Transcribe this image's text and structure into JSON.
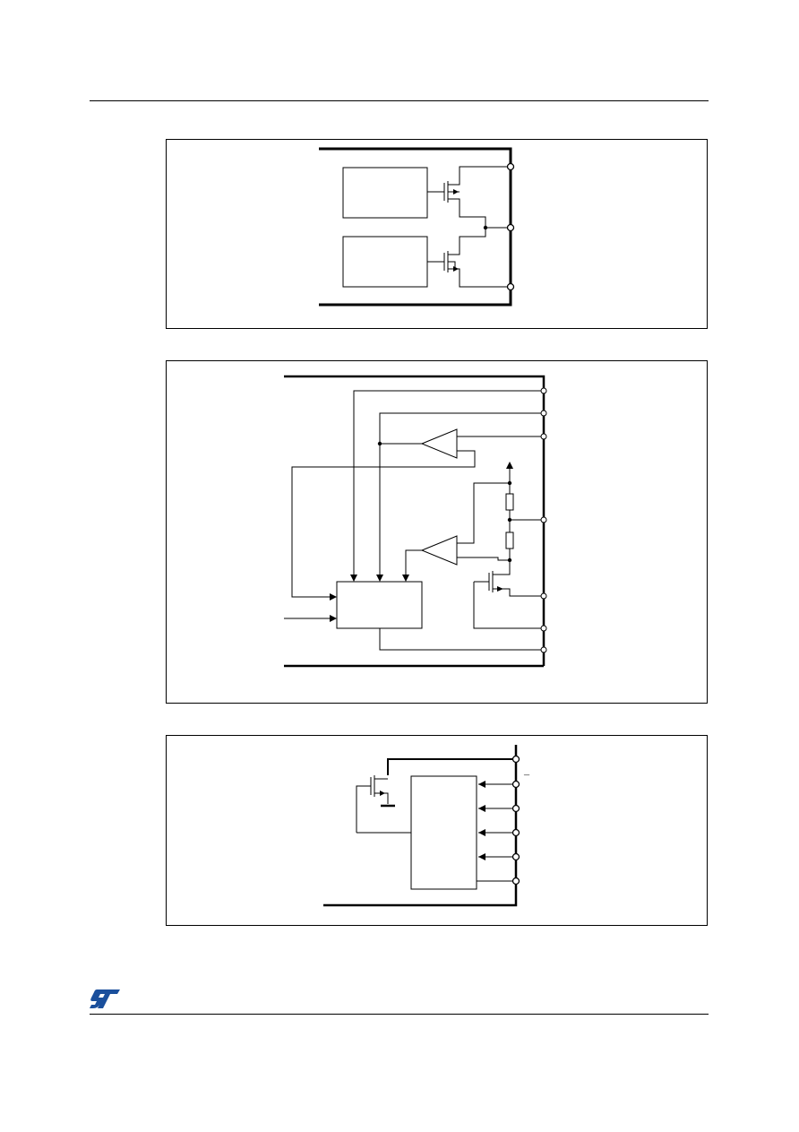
{
  "page": {
    "header_rule": "top",
    "footer_rule": "bottom"
  },
  "logo": {
    "name": "st-logo-icon",
    "color": "#1a4f9c"
  },
  "figures": [
    {
      "id": "figure-1",
      "content": "two-mosfet-driver-schematic"
    },
    {
      "id": "figure-2",
      "content": "comparator-control-logic-schematic"
    },
    {
      "id": "figure-3",
      "content": "logic-block-with-output-transistor-schematic"
    }
  ],
  "annotations": {
    "overbar_mark": "¯"
  }
}
